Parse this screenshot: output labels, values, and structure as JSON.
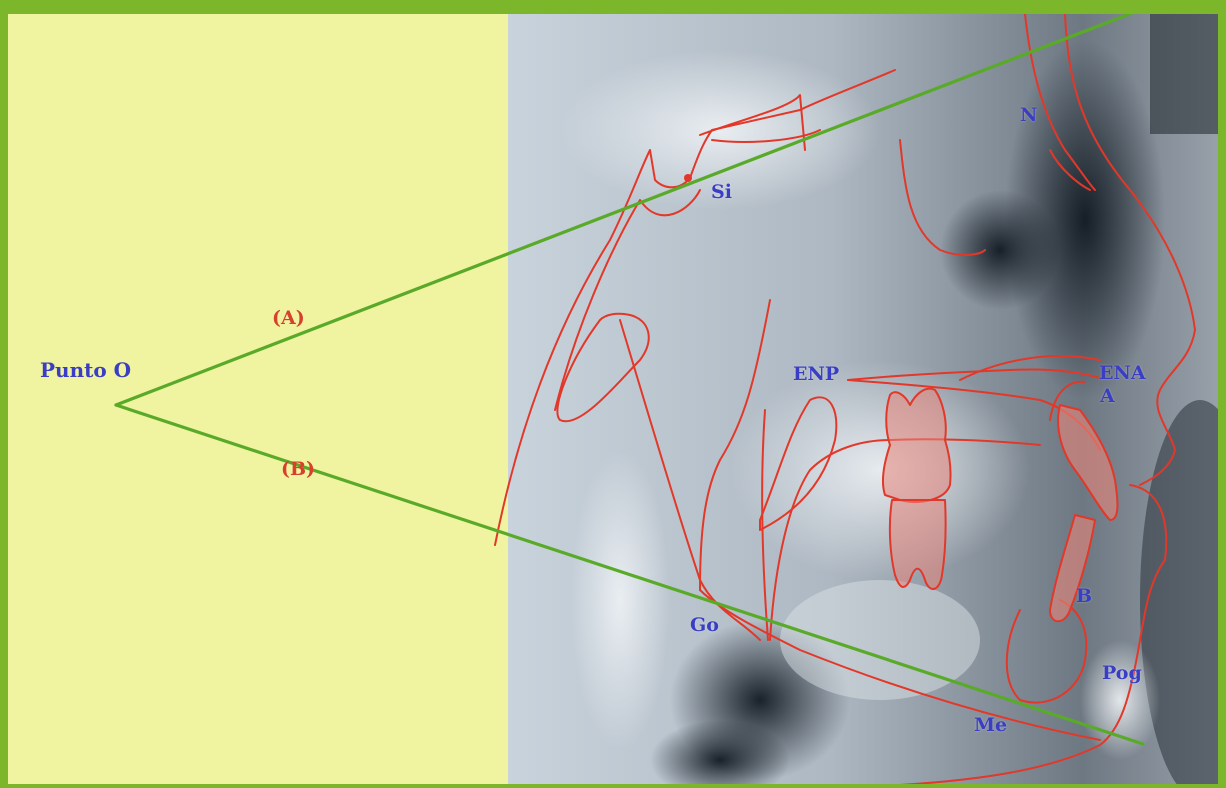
{
  "labels": {
    "punto_o": "Punto O",
    "line_a": "(A)",
    "line_b": "(B)",
    "si": "Si",
    "n": "N",
    "enp": "ENP",
    "ena": "ENA",
    "a": "A",
    "b": "B",
    "go": "Go",
    "pog": "Pog",
    "me": "Me"
  },
  "colors": {
    "frame": "#7cb62a",
    "panel": "#f0f3a0",
    "tracing": "#e2382a",
    "construction_line": "#5aaa2a",
    "label_blue": "#3a3ec4",
    "label_red": "#d6402c",
    "tooth_fill": "#e8857a"
  }
}
